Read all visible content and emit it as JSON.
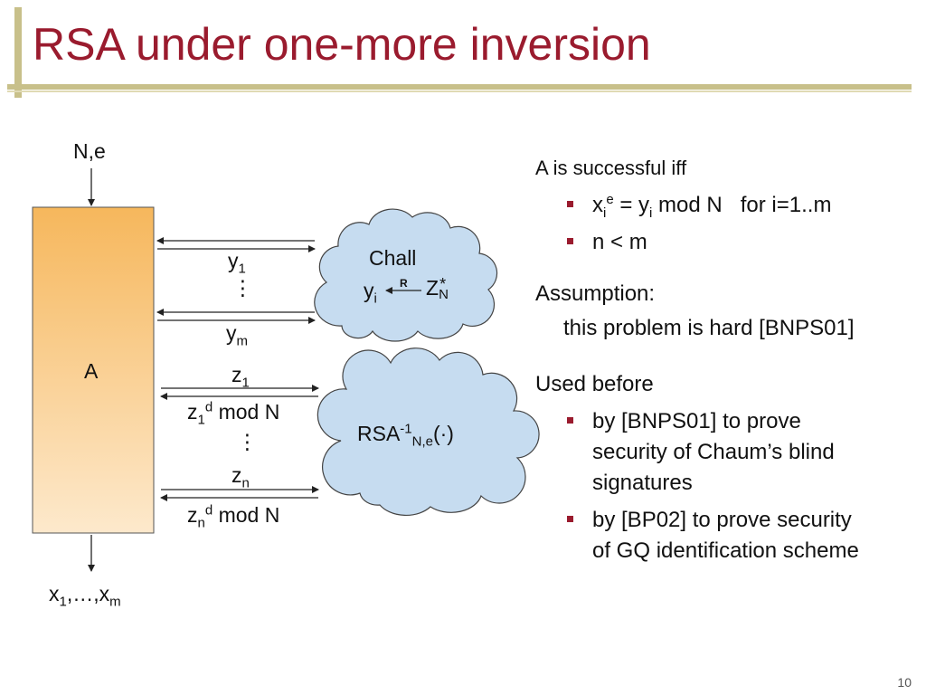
{
  "title": "RSA under one-more inversion",
  "diagram": {
    "input_label": "N,e",
    "adversary_label": "A",
    "output": {
      "x": "x",
      "one": "1",
      "dots": ",…,",
      "m": "m"
    },
    "y1": {
      "base": "y",
      "sub": "1"
    },
    "vdots": "⋮",
    "ym": {
      "base": "y",
      "sub": "m"
    },
    "z1": {
      "base": "z",
      "sub": "1"
    },
    "z1d": {
      "z": "z",
      "sub": "1",
      "sup": "d",
      "tail": " mod N"
    },
    "zn": {
      "base": "z",
      "sub": "n"
    },
    "znd": {
      "z": "z",
      "sub": "n",
      "sup": "d",
      "tail": " mod N"
    },
    "chall": {
      "label": "Chall",
      "yi": "y",
      "yi_sub": "i",
      "r": "R",
      "z": "Z",
      "z_sup": "*",
      "z_sub": "N"
    },
    "rsa": {
      "label": "RSA",
      "sup": "-1",
      "sub": "N,e",
      "arg": "(·)"
    }
  },
  "right": {
    "success_heading": "A is successful iff",
    "b1": {
      "x": "x",
      "sub": "i",
      "sup": "e",
      "mid": " = y",
      "sub2": "i",
      "tail": " mod N   for i=1..m"
    },
    "b2": "n < m",
    "assumption_heading": "Assumption:",
    "assumption_text": "this problem is hard [BNPS01]",
    "used_heading": "Used before",
    "used": [
      [
        "by [BNPS01]  to prove",
        "security of Chaum’s blind",
        "signatures"
      ],
      [
        "by [BP02] to prove security",
        "of GQ identification scheme"
      ]
    ]
  },
  "page_number": "10",
  "colors": {
    "title": "#9a1b2e",
    "accent": "#c8c08a",
    "box_top": "#f6b75c",
    "box_bottom": "#fde9cc",
    "cloud": "#c6dcf0"
  }
}
